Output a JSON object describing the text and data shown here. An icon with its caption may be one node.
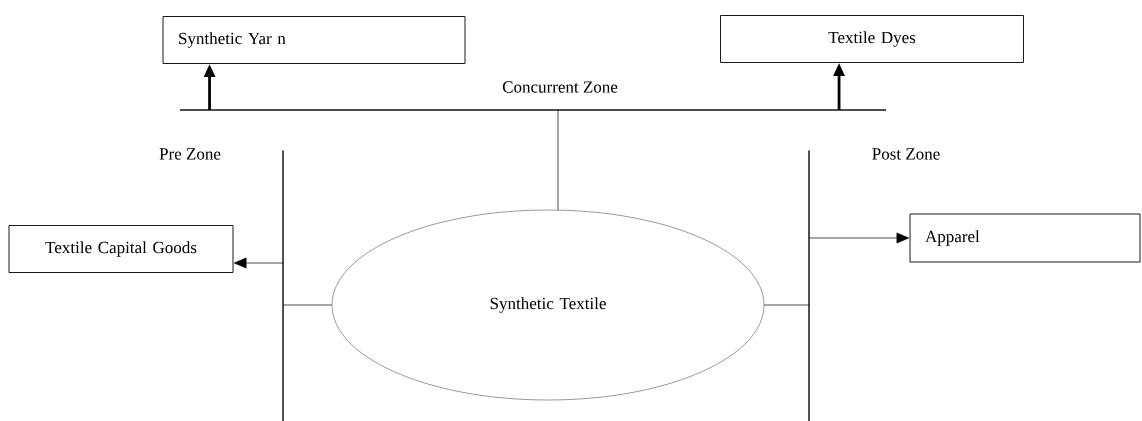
{
  "diagram": {
    "nodes": [
      {
        "text": [
          "Synthetic Yar n"
        ]
      },
      {
        "text": [
          "Textile Dyes"
        ]
      },
      {
        "text": [],
        "shape": "bar"
      },
      {
        "text": [],
        "shape": "bar"
      },
      {
        "text": [],
        "shape": "bar"
      },
      {
        "text": [
          "Textile Capital Goods"
        ]
      },
      {
        "text": [
          "Synthetic Textile"
        ]
      },
      {
        "text": [
          "Apparel"
        ]
      }
    ],
    "edges": [
      {
        "from": 2,
        "to": 0,
        "arrow": "to",
        "style": "thick"
      },
      {
        "from": 2,
        "to": 1,
        "arrow": "to",
        "style": "thick"
      },
      {
        "from": 6,
        "to": 2,
        "arrow": "none"
      },
      {
        "from": 6,
        "to": 3,
        "arrow": "none"
      },
      {
        "from": 6,
        "to": 4,
        "arrow": "none"
      },
      {
        "from": 3,
        "to": 5,
        "arrow": "to"
      },
      {
        "from": 4,
        "to": 7,
        "arrow": "to"
      }
    ],
    "labels": [
      "Concurrent Zone",
      "Pre Zone",
      "Post Zone"
    ]
  }
}
